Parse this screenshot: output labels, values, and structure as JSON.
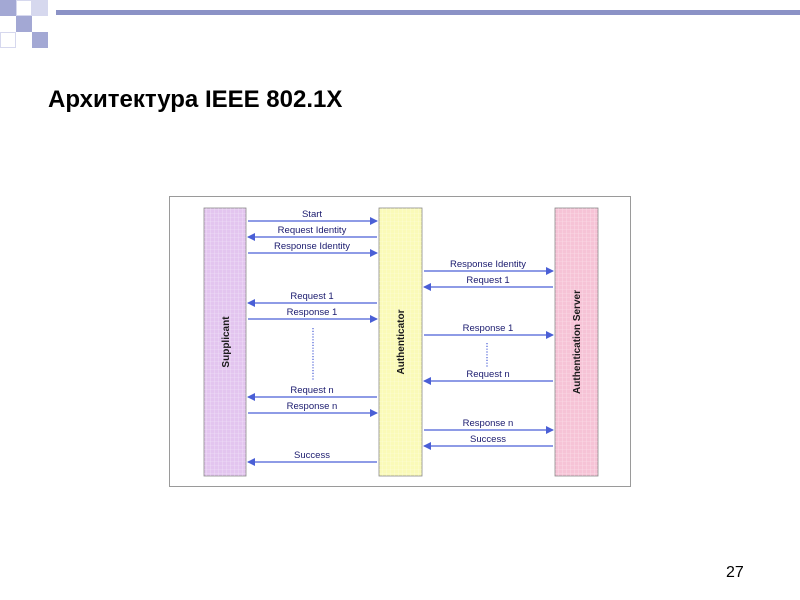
{
  "slide": {
    "title": "Архитектура IEEE 802.1X",
    "page_number": "27"
  },
  "diagram": {
    "entities": {
      "supplicant": "Supplicant",
      "authenticator": "Authenticator",
      "server": "Authentication Server"
    },
    "colors": {
      "supplicant_fill": "#e3c5ef",
      "authenticator_fill": "#fafab8",
      "server_fill": "#f6c3d6",
      "arrow": "#4a5fd6"
    },
    "messages": [
      {
        "label": "Start",
        "direction": "supplicant-to-authenticator"
      },
      {
        "label": "Request Identity",
        "direction": "authenticator-to-supplicant"
      },
      {
        "label": "Response Identity",
        "direction": "supplicant-to-authenticator"
      },
      {
        "label": "Response Identity",
        "direction": "authenticator-to-server"
      },
      {
        "label": "Request 1",
        "direction": "server-to-authenticator"
      },
      {
        "label": "Request 1",
        "direction": "authenticator-to-supplicant"
      },
      {
        "label": "Response 1",
        "direction": "supplicant-to-authenticator"
      },
      {
        "label": "Response 1",
        "direction": "authenticator-to-server"
      },
      {
        "label": "Request n",
        "direction": "server-to-authenticator"
      },
      {
        "label": "Request n",
        "direction": "authenticator-to-supplicant"
      },
      {
        "label": "Response n",
        "direction": "supplicant-to-authenticator"
      },
      {
        "label": "Response n",
        "direction": "authenticator-to-server"
      },
      {
        "label": "Success",
        "direction": "server-to-authenticator"
      },
      {
        "label": "Success",
        "direction": "authenticator-to-supplicant"
      }
    ]
  }
}
